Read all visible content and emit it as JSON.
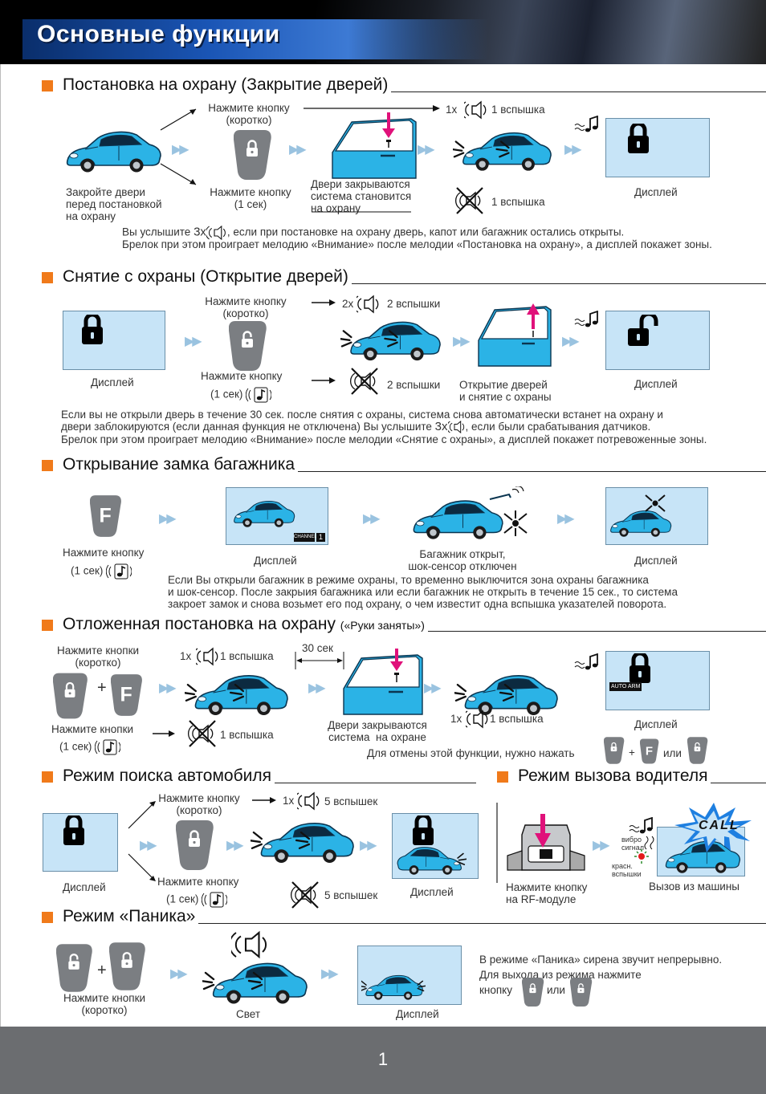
{
  "header": {
    "title": "Основные функции"
  },
  "footer": {
    "page": "1"
  },
  "arrow_sym": "▶▶",
  "sections": {
    "arm": {
      "title": "Постановка на охрану (Закрытие дверей)",
      "press_short": "Нажмите кнопку\n(коротко)",
      "press_long": "Нажмите кнопку\n(1 сек)",
      "close_doors": "Закройте двери\nперед постановкой\nна охрану",
      "doors_locked": "Двери закрываются\nсистема становится\nна охрану",
      "flash1_top": "1 вспышка",
      "flash1_bot": "1 вспышка",
      "count_top": "1x",
      "display": "Дисплей",
      "note1a": "Вы услышите",
      "note1b": "3x",
      "note1c": ", если при постановке на охрану дверь, капот или багажник остались открыты.",
      "note2": "Брелок при этом проиграет мелодию «Внимание» после мелодии «Постановка на охрану», а дисплей покажет зоны."
    },
    "disarm": {
      "title": "Снятие с охраны (Открытие дверей)",
      "display_left": "Дисплей",
      "press_short": "Нажмите кнопку\n(коротко)",
      "press_long1": "Нажмите кнопку",
      "press_long2": "(1 сек)",
      "count_top": "2x",
      "flash2_top": "2 вспышки",
      "flash2_bot": "2 вспышки",
      "open_doors": "Открытие дверей\nи снятие с охраны",
      "display_right": "Дисплей",
      "note1": "Если вы не открыли дверь в течение 30 сек. после снятия с охраны, система снова автоматически встанет на охрану и",
      "note2a": "двери заблокируются (если данная функция не отключена) Вы услышите",
      "note2b": "3x",
      "note2c": ", если были срабатывания датчиков.",
      "note3": "Брелок при этом проиграет мелодию «Внимание» после мелодии «Снятие с охраны», а дисплей покажет потревоженные зоны."
    },
    "trunk": {
      "title": "Открывание замка багажника",
      "press1": "Нажмите кнопку",
      "press2": "(1 сек)",
      "display_mid": "Дисплей",
      "channel": "CHANNEL",
      "channel_num": "1",
      "trunk_open": "Багажник открыт,\nшок-сенсор отключен",
      "display_right": "Дисплей",
      "note": "Если Вы открыли багажник в режиме охраны, то временно выключится зона охраны багажника\nи шок-сенсор. После закрыия багажника или если багажник не открыть в течение 15 сек., то система\nзакроет замок и снова возьмет его под охрану, о чем известит одна вспышка указателей поворота."
    },
    "delayed": {
      "title": "Отложенная постановка на охрану",
      "subtitle": "(«Руки заняты»)",
      "press_short": "Нажмите кнопки\n(коротко)",
      "press_long1": "Нажмите кнопки",
      "press_long2": "(1 сек)",
      "count1": "1x",
      "flash1": "1 вспышка",
      "flash1_bot": "1 вспышка",
      "sec30": "30 сек",
      "doors": "Двери закрываются\nсистема  на охране",
      "count2": "1x",
      "flash2": "1 вспышка",
      "auto_arm": "AUTO ARM",
      "display": "Дисплей",
      "cancel": "Для отмены этой функции, нужно нажать",
      "or": "или",
      "plus": "+"
    },
    "search": {
      "title": "Режим поиска автомобиля",
      "display_left": "Дисплей",
      "press_short": "Нажмите кнопку\n(коротко)",
      "press_long1": "Нажмите кнопку",
      "press_long2": "(1 сек)",
      "count": "1x",
      "flash5_top": "5 вспышек",
      "flash5_bot": "5 вспышек",
      "display_right": "Дисплей"
    },
    "call": {
      "title": "Режим вызова водителя",
      "press": "Нажмите кнопку\nна RF-модуле",
      "vibro": "вибро\nсигнал",
      "red": "красн.\nвспышки",
      "call_text": "CALL",
      "from_car": "Вызов из машины"
    },
    "panic": {
      "title": "Режим «Паника»",
      "press": "Нажмите кнопки\n(коротко)",
      "light": "Свет",
      "display": "Дисплей",
      "note1": "В режиме «Паника» сирена звучит непрерывно.",
      "note2": "Для выхода из режима нажмите",
      "note3": "кнопку",
      "or": "или",
      "plus": "+"
    }
  },
  "colors": {
    "accent": "#f07a1a",
    "car": "#2bb3e6",
    "display": "#c7e4f7",
    "key": "#7a7d80",
    "arrow": "#e0117a"
  }
}
